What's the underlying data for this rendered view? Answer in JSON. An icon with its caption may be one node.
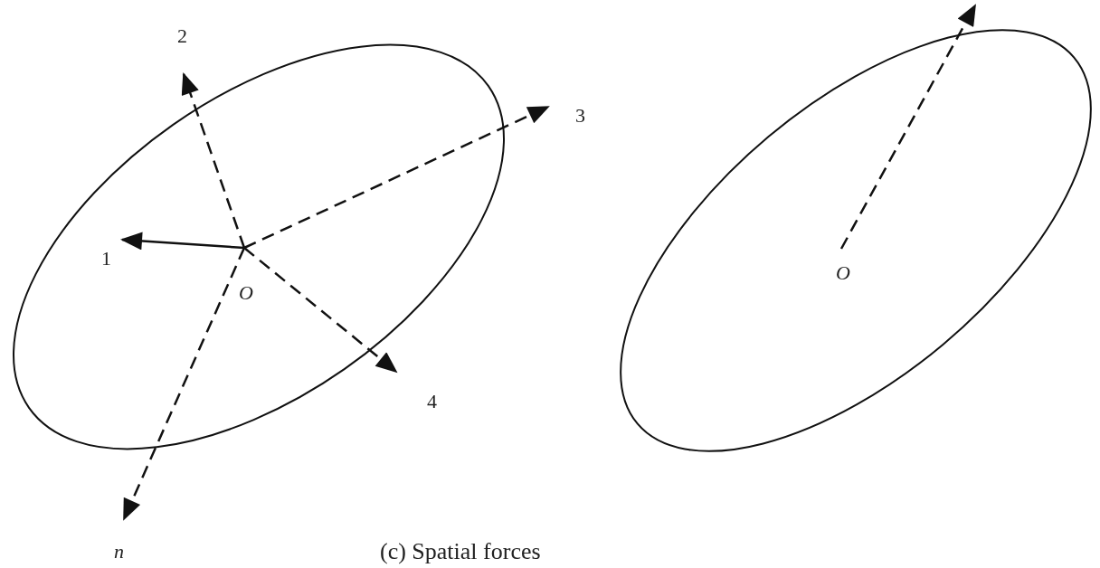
{
  "diagram": {
    "caption": "(c) Spatial forces",
    "labels": [
      "2",
      "3",
      "1",
      "O",
      "4",
      "n",
      "O"
    ]
  }
}
